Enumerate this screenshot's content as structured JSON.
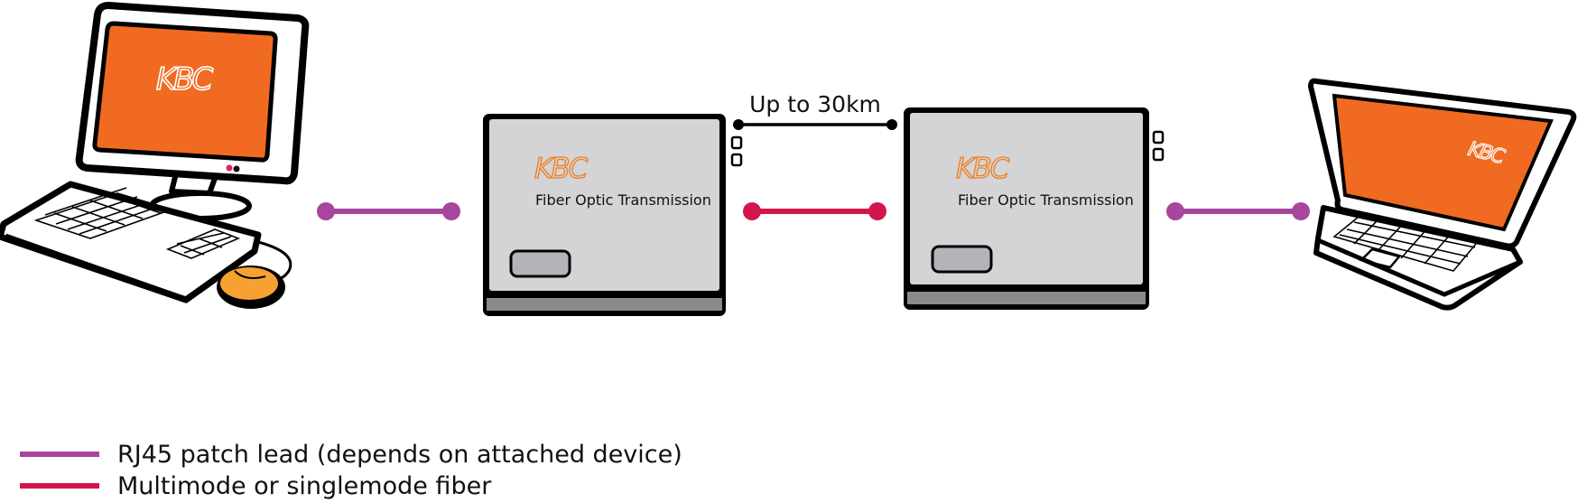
{
  "brand": {
    "logo_text": "KBC",
    "logo_color": "#f07d1a",
    "screen_color": "#f06a22",
    "mouse_color": "#f7a133"
  },
  "units": [
    {
      "label": "Fiber Optic Transmission"
    },
    {
      "label": "Fiber Optic Transmission"
    }
  ],
  "link": {
    "distance_label": "Up to 30km"
  },
  "legend": [
    {
      "text": "RJ45 patch lead (depends on attached device)",
      "color": "#a8459c"
    },
    {
      "text": "Multimode or singlemode fiber",
      "color": "#d2164b"
    }
  ],
  "icons": {
    "desktop": "desktop-computer-icon",
    "laptop": "laptop-icon"
  }
}
